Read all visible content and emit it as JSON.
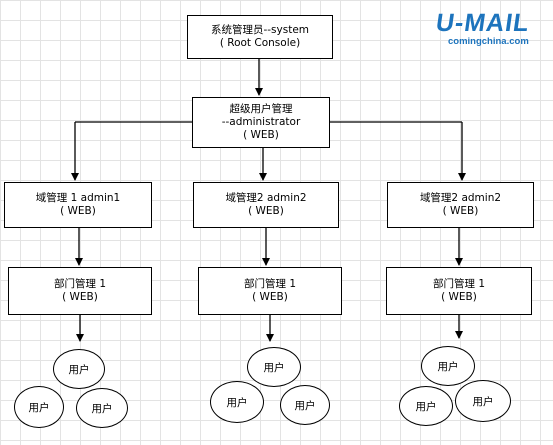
{
  "logo": {
    "word": "U-MAIL",
    "site": "comingchina.com"
  },
  "root": {
    "line1": "系统管理员--system",
    "line2": "( Root Console)"
  },
  "super": {
    "line1": "超级用户管理",
    "line2": "--administrator",
    "line3": "( WEB)"
  },
  "domains": [
    {
      "line1": "域管理 1 admin1",
      "line2": "( WEB)"
    },
    {
      "line1": "域管理2  admin2",
      "line2": "( WEB)"
    },
    {
      "line1": "域管理2 admin2",
      "line2": "( WEB)"
    }
  ],
  "depts": [
    {
      "line1": "部门管理 1",
      "line2": "( WEB)"
    },
    {
      "line1": "部门管理 1",
      "line2": "( WEB)"
    },
    {
      "line1": "部门管理 1",
      "line2": "( WEB)"
    }
  ],
  "user_label": "用户"
}
